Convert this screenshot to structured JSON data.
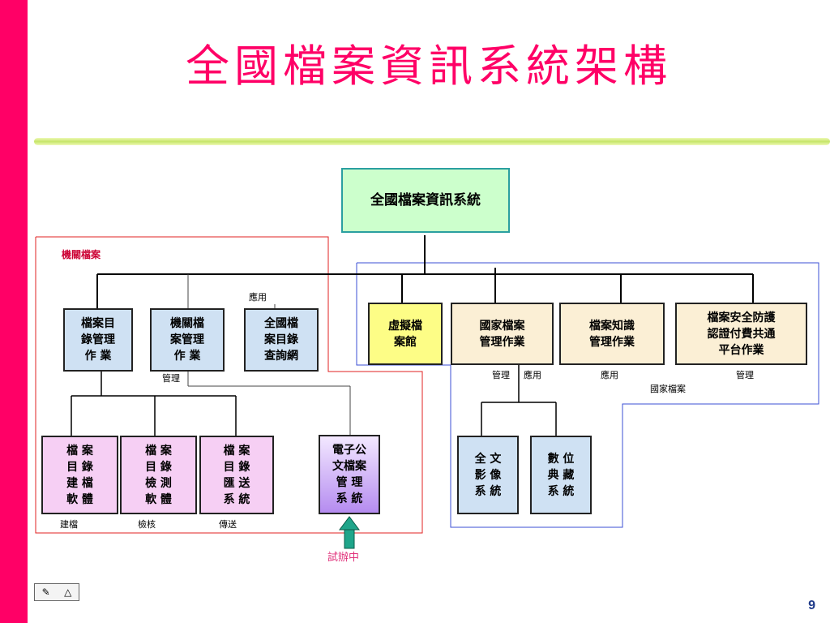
{
  "title": "全國檔案資訊系統架構",
  "root": "全國檔案資訊系統",
  "region_labels": {
    "agency": "機關檔案",
    "national": "國家檔案"
  },
  "agency_top": [
    "檔案目\n錄管理\n作 業",
    "機關檔\n案管理\n作 業",
    "全國檔\n案目錄\n查詢網"
  ],
  "agency_bottom": [
    "檔 案\n目 錄\n建 檔\n軟 體",
    "檔 案\n目 錄\n檢 測\n軟 體",
    "檔 案\n目 錄\n匯 送\n系 統"
  ],
  "e_doc": "電子公\n文檔案\n管 理\n系 統",
  "national_top": [
    "虛擬檔\n案館",
    "國家檔案\n管理作業",
    "檔案知識\n管理作業",
    "檔案安全防護\n認證付費共通\n平台作業"
  ],
  "national_bottom": [
    "全 文\n影 像\n系 統",
    "數 位\n典 藏\n系 統"
  ],
  "labels": {
    "apply_top": "應用",
    "manage_agency": "管理",
    "build": "建檔",
    "check": "檢核",
    "transfer": "傳送",
    "trial": "試辦中",
    "manage_nat": "管理",
    "apply_nat": "應用",
    "apply_knowledge": "應用",
    "manage_security": "管理"
  },
  "page_number": "9",
  "colors": {
    "accent": "#ff0066",
    "frame_red": "#e02020",
    "frame_blue": "#3b4fd6",
    "arrow": "#1fa58a"
  }
}
